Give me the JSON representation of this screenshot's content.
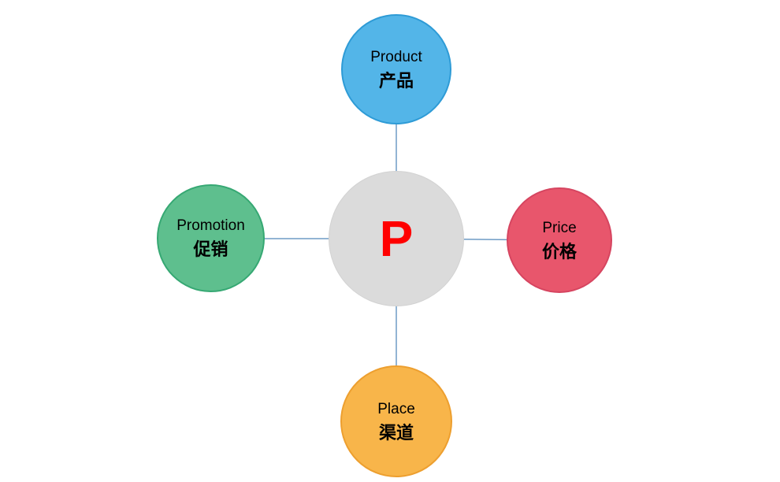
{
  "connector_color": "#6E9BC5",
  "nodes": {
    "center": {
      "label": "P",
      "fill": "#DBDBDB",
      "border": "#D2D2D2",
      "text_color": "#FF0000"
    },
    "product": {
      "en": "Product",
      "zh": "产品",
      "fill": "#53B5E8",
      "border": "#2E9BD6"
    },
    "price": {
      "en": "Price",
      "zh": "价格",
      "fill": "#E8566C",
      "border": "#D64560"
    },
    "place": {
      "en": "Place",
      "zh": "渠道",
      "fill": "#F8B54A",
      "border": "#ED9F2F"
    },
    "promotion": {
      "en": "Promotion",
      "zh": "促销",
      "fill": "#5EBF8E",
      "border": "#36A873"
    }
  }
}
